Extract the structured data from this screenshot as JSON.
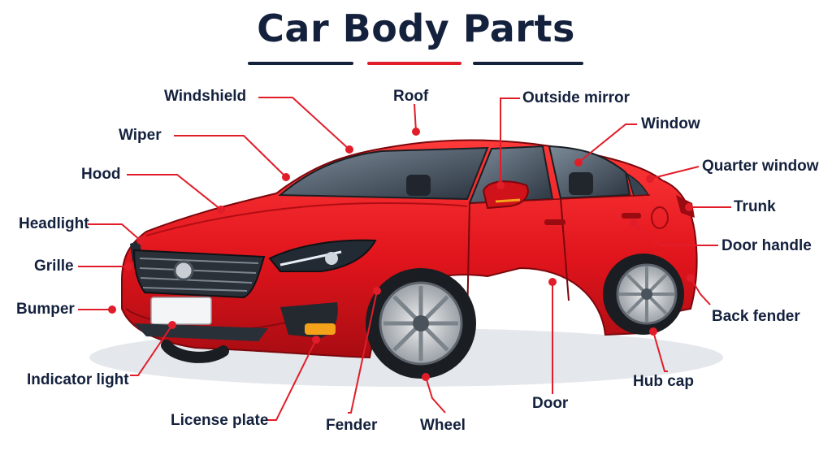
{
  "title": "Car Body Parts",
  "accent_color": "#e11d2a",
  "title_color": "#14213d",
  "car_color": "#e0141c",
  "labels": {
    "windshield": "Windshield",
    "roof": "Roof",
    "outside_mirror": "Outside mirror",
    "window": "Window",
    "wiper": "Wiper",
    "quarter_window": "Quarter window",
    "hood": "Hood",
    "trunk": "Trunk",
    "headlight": "Headlight",
    "door_handle": "Door handle",
    "grille": "Grille",
    "bumper": "Bumper",
    "back_fender": "Back fender",
    "indicator_light": "Indicator light",
    "hub_cap": "Hub cap",
    "door": "Door",
    "license_plate": "License plate",
    "fender": "Fender",
    "wheel": "Wheel"
  }
}
